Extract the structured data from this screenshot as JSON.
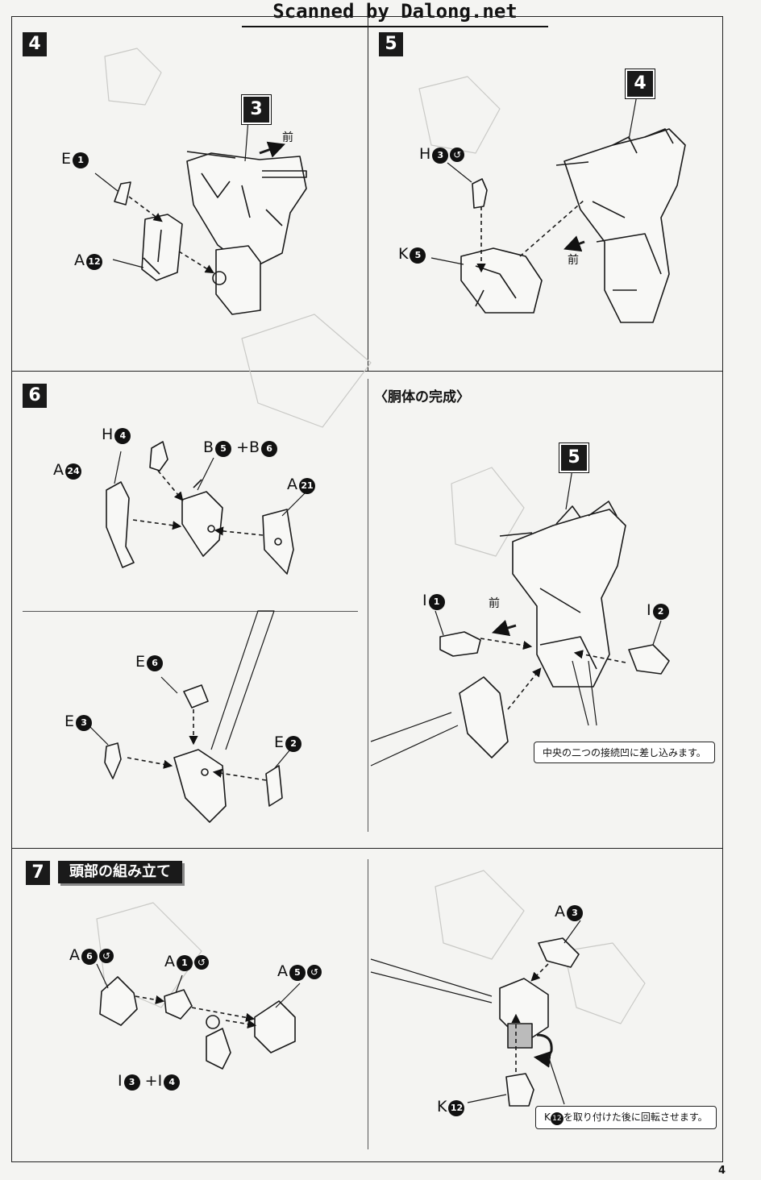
{
  "header": {
    "scan_credit": "Scanned by Dalong.net"
  },
  "step4": {
    "number": "4",
    "ref_step": "3",
    "direction": "前",
    "parts": [
      {
        "letter": "E",
        "num": "1"
      },
      {
        "letter": "A",
        "num": "12"
      }
    ]
  },
  "step5": {
    "number": "5",
    "ref_step": "4",
    "direction": "前",
    "parts": [
      {
        "letter": "H",
        "num": "3",
        "tool": "↺"
      },
      {
        "letter": "K",
        "num": "5"
      }
    ]
  },
  "step6": {
    "number": "6",
    "parts_a": [
      {
        "letter": "H",
        "num": "4"
      },
      {
        "letter": "A",
        "num": "24"
      },
      {
        "letter": "B",
        "num": "5"
      },
      {
        "letter": "B",
        "num": "6"
      },
      {
        "letter": "A",
        "num": "21"
      }
    ],
    "plus": "+",
    "parts_b": [
      {
        "letter": "E",
        "num": "6"
      },
      {
        "letter": "E",
        "num": "3"
      },
      {
        "letter": "E",
        "num": "2"
      }
    ]
  },
  "torso": {
    "title": "〈胴体の完成〉",
    "ref_step": "5",
    "direction": "前",
    "parts": [
      {
        "letter": "I",
        "num": "1"
      },
      {
        "letter": "I",
        "num": "2"
      }
    ],
    "note": "中央の二つの接続凹に差し込みます。"
  },
  "step7": {
    "number": "7",
    "title": "頭部の組み立て",
    "plus": "+",
    "parts": [
      {
        "letter": "A",
        "num": "6",
        "tool": "↺"
      },
      {
        "letter": "A",
        "num": "1",
        "tool": "↺"
      },
      {
        "letter": "A",
        "num": "5",
        "tool": "↺"
      },
      {
        "letter": "I",
        "num": "3"
      },
      {
        "letter": "I",
        "num": "4"
      },
      {
        "letter": "A",
        "num": "3"
      },
      {
        "letter": "K",
        "num": "12"
      }
    ],
    "note_part": {
      "letter": "K",
      "num": "12"
    },
    "note_text": "を取り付けた後に回転させます。"
  },
  "page_number": "4"
}
